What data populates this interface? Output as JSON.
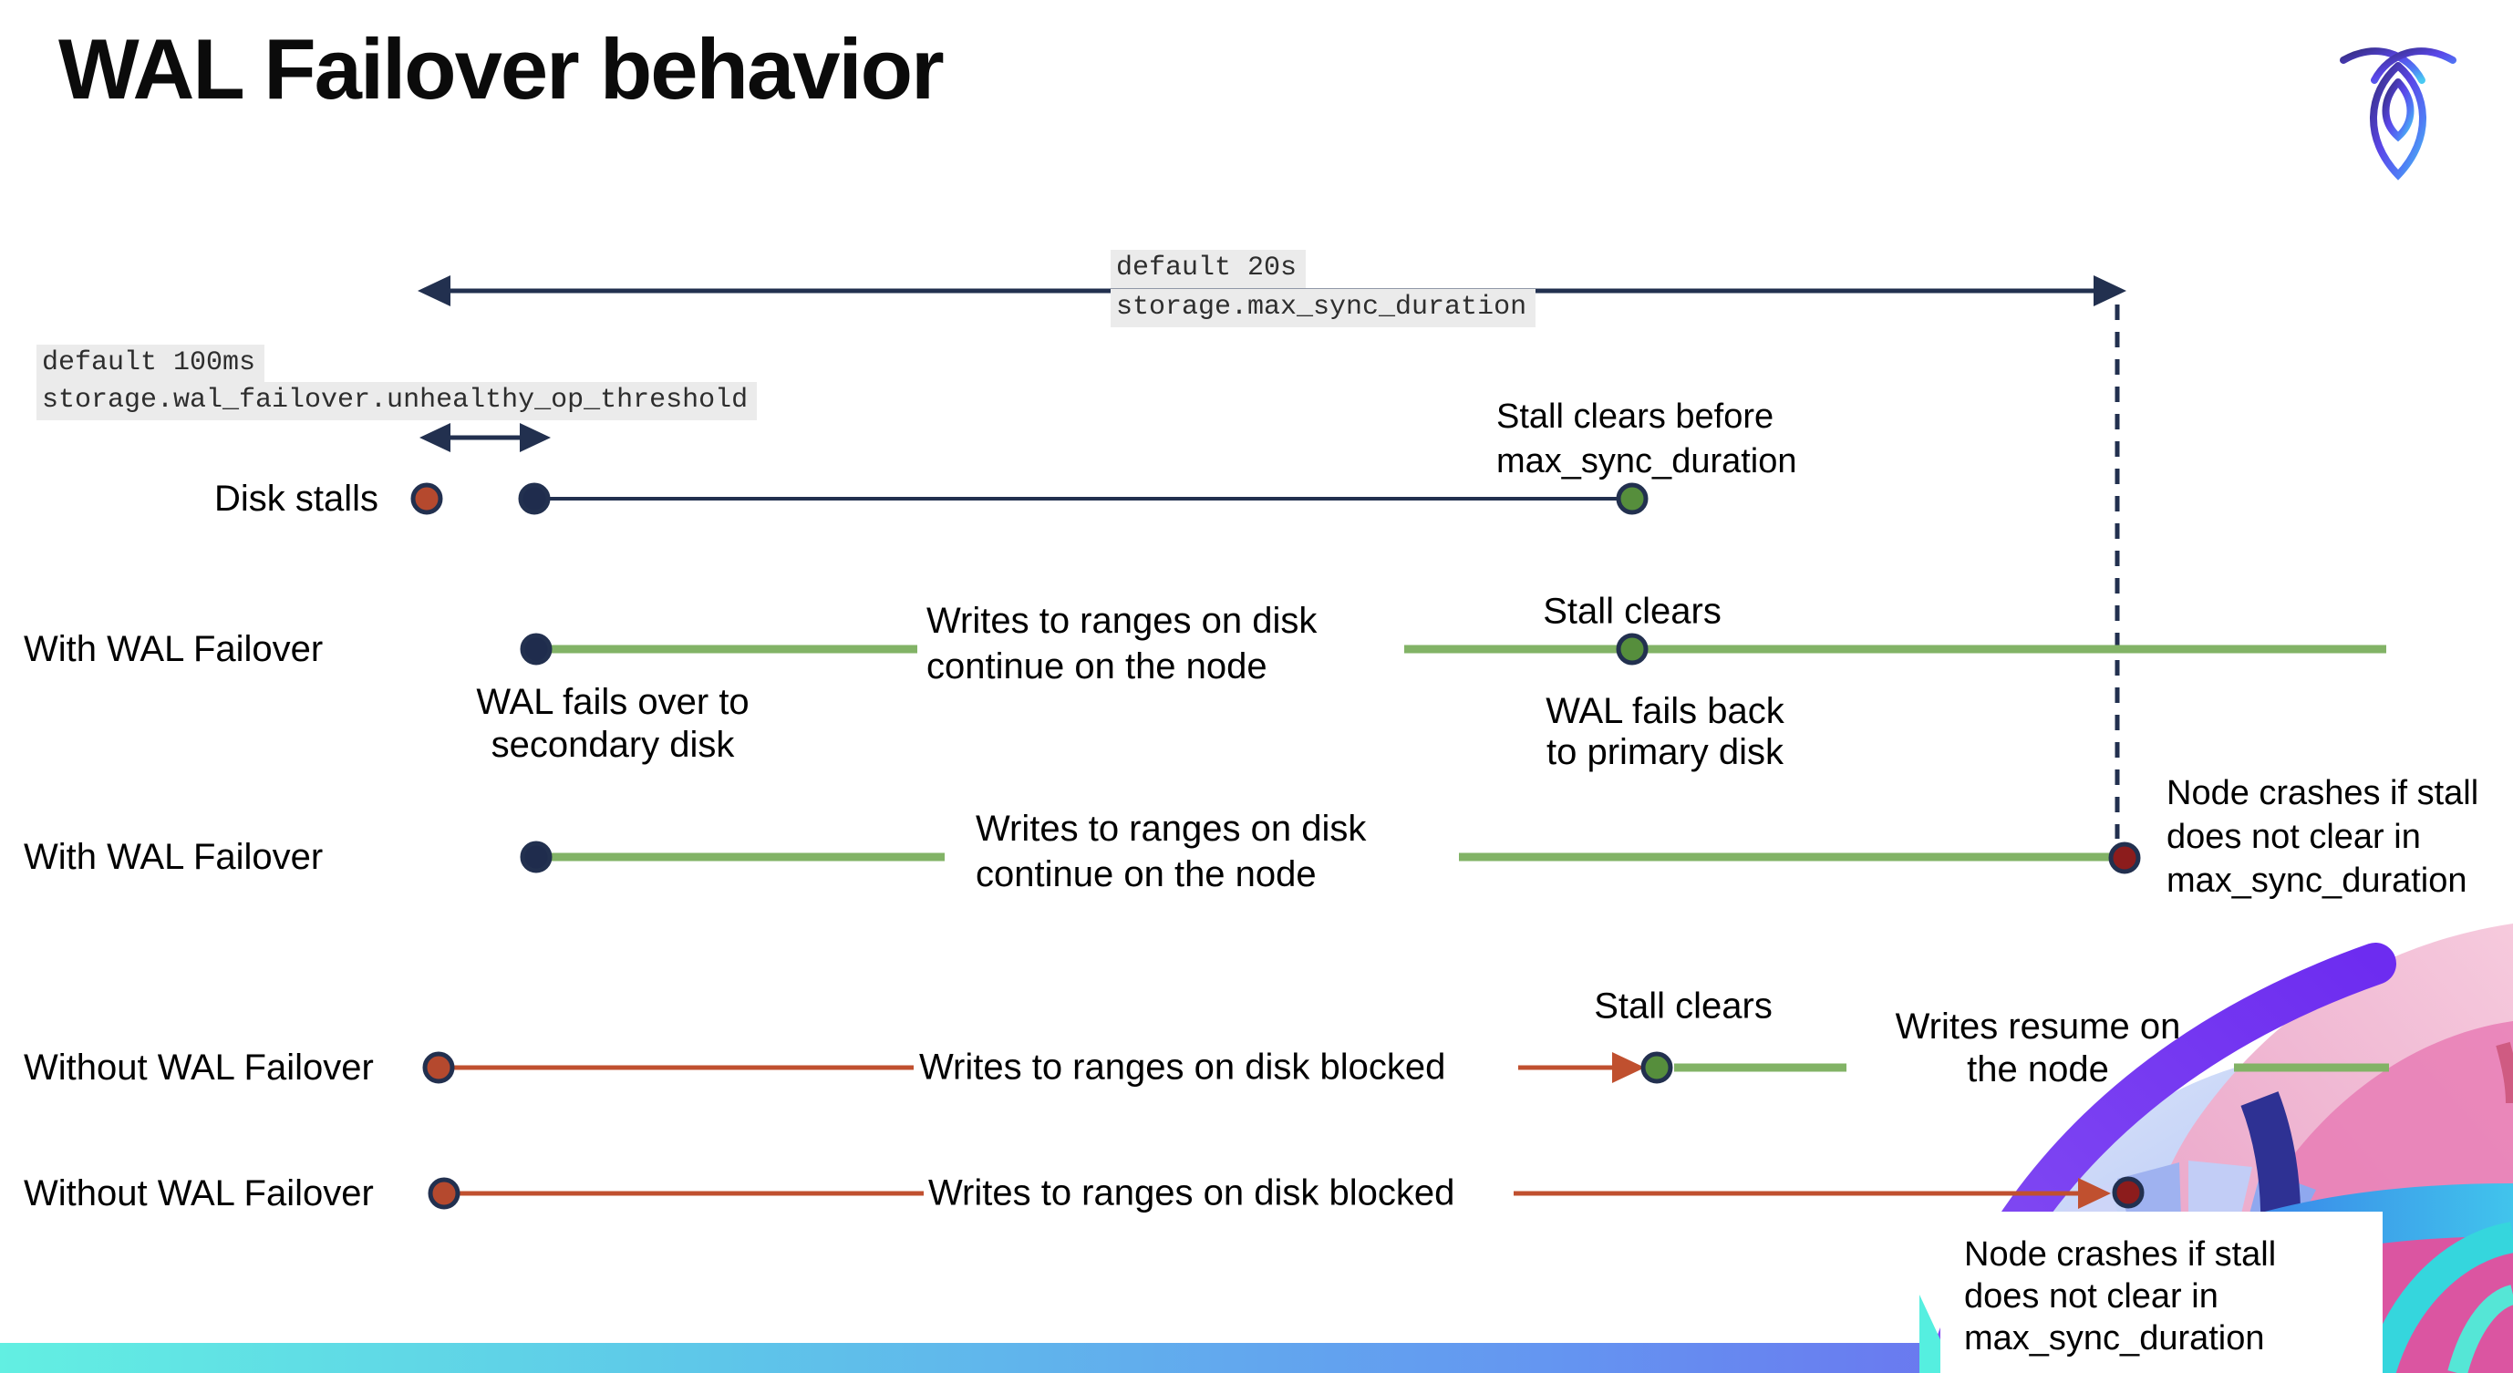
{
  "header": {
    "title": "WAL Failover behavior"
  },
  "settings_callouts": {
    "unhealthy_op_threshold": {
      "default": "default 100ms",
      "name": "storage.wal_failover.unhealthy_op_threshold"
    },
    "max_sync_duration": {
      "default": "default 20s",
      "name": "storage.max_sync_duration"
    }
  },
  "rows": [
    {
      "label": "Disk stalls",
      "stall_clears_caption": "Stall clears before\nmax_sync_duration"
    },
    {
      "label": "With WAL Failover",
      "writes_caption": "Writes to ranges on disk\ncontinue on the node",
      "stall_clears_caption": "Stall clears",
      "failover_caption": "WAL fails over to\nsecondary disk",
      "failback_caption": "WAL fails  back\nto primary disk"
    },
    {
      "label": "With WAL Failover",
      "writes_caption": "Writes to ranges on disk\ncontinue on the node",
      "crash_caption": "Node crashes if stall\ndoes not clear in\nmax_sync_duration"
    },
    {
      "label": "Without WAL Failover",
      "writes_caption": "Writes to ranges on disk  blocked",
      "stall_clears_caption": "Stall clears",
      "resume_caption": "Writes resume on\nthe node"
    },
    {
      "label": "Without WAL Failover",
      "writes_caption": "Writes to ranges on disk  blocked",
      "crash_caption": "Node crashes if stall\ndoes not clear in\nmax_sync_duration"
    }
  ],
  "colors": {
    "navy": "#22304f",
    "stall_red": "#b5492e",
    "crash_red": "#8c1c1c",
    "clear_green": "#568e3c",
    "healthy_line_green": "#82b366",
    "blocked_line_red": "#c0502f",
    "callout_highlight": "#ebebeb",
    "footer_gradient_left": "#62efe2",
    "footer_gradient_right": "#744fee"
  }
}
